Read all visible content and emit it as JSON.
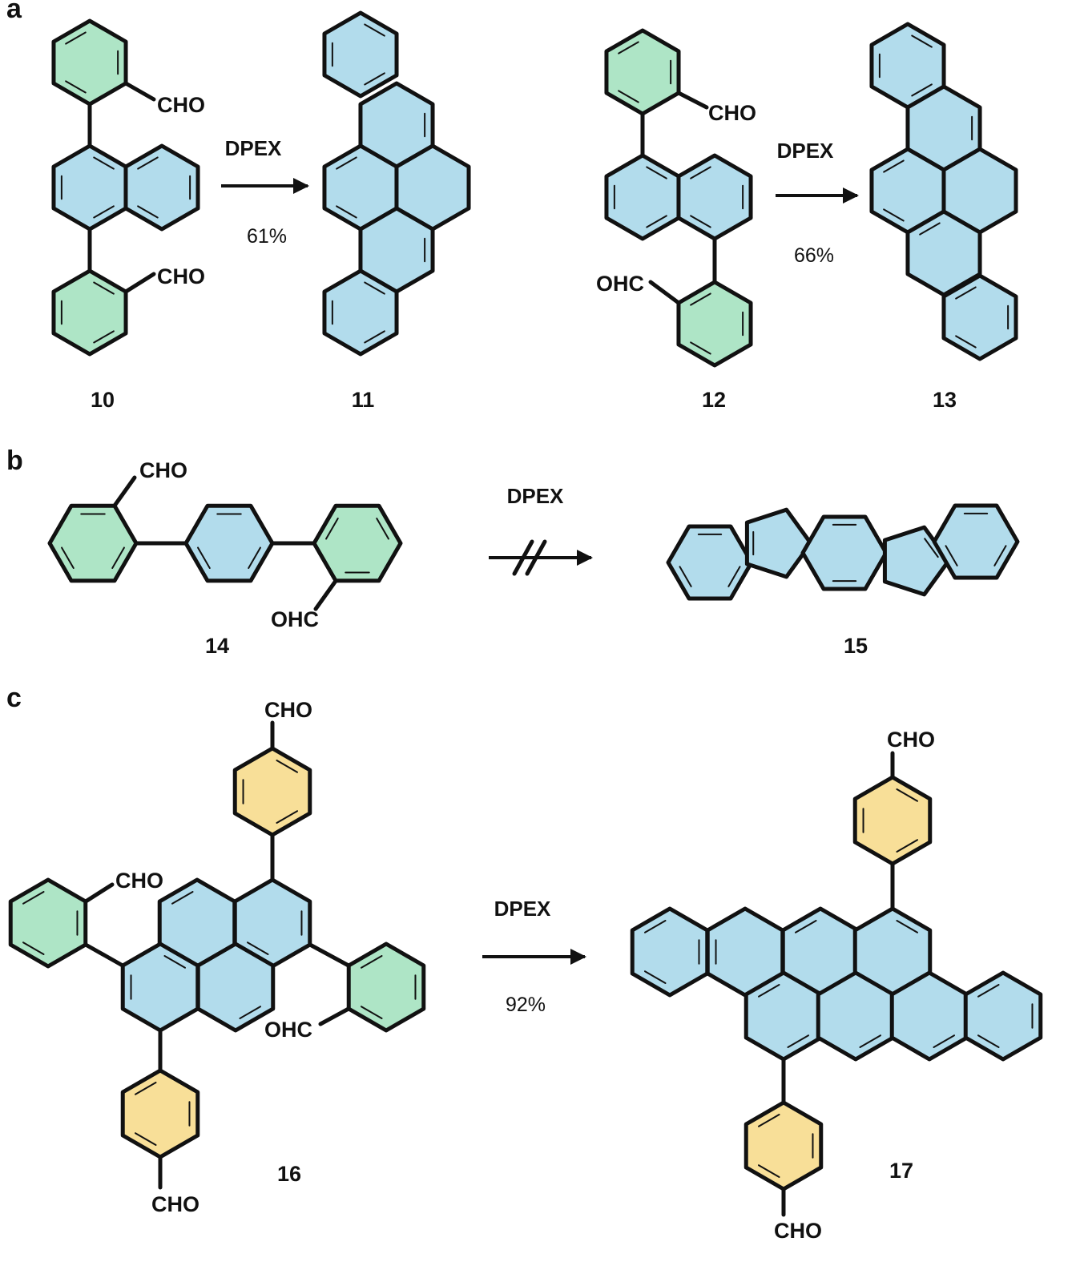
{
  "panels": {
    "a": {
      "letter": "a",
      "reactions": [
        {
          "reagent": "DPEX",
          "yield": "61%",
          "start": "10",
          "product": "11"
        },
        {
          "reagent": "DPEX",
          "yield": "66%",
          "start": "12",
          "product": "13"
        }
      ],
      "substituents": {
        "cho": "CHO",
        "ohc": "OHC"
      }
    },
    "b": {
      "letter": "b",
      "reaction": {
        "reagent": "DPEX",
        "start": "14",
        "product": "15",
        "outcome": "no reaction"
      },
      "substituents": {
        "cho": "CHO",
        "ohc": "OHC"
      }
    },
    "c": {
      "letter": "c",
      "reaction": {
        "reagent": "DPEX",
        "yield": "92%",
        "start": "16",
        "product": "17"
      },
      "substituents": {
        "cho": "CHO",
        "ohc": "OHC"
      }
    }
  },
  "colors": {
    "aldehyde_ring": "#aee5c6",
    "core_ring": "#b2dcec",
    "pendant_ring": "#f8df98",
    "line": "#111111"
  }
}
